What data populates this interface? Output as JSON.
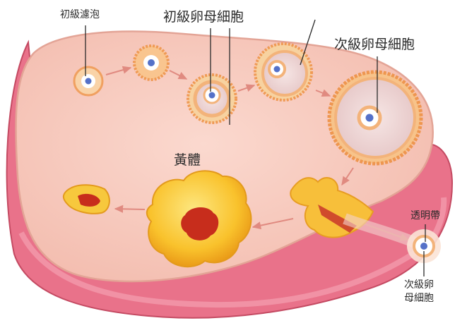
{
  "labels": {
    "primary_follicle": "初級濾泡",
    "primary_oocyte": "初級卵母細胞",
    "secondary_oocyte_top": "次級卵母細胞",
    "corpus_luteum": "黃體",
    "zona_pellucida": "透明帶",
    "secondary_oocyte_bottom_line1": "次級卵",
    "secondary_oocyte_bottom_line2": "母細胞"
  },
  "colors": {
    "ovary_fill": "#f6c9bd",
    "ovary_edge": "#e9a79a",
    "tissue_outer": "#e86f82",
    "follicle_ring": "#f5a86a",
    "antrum": "#eed5d3",
    "oocyte": "#ffffff",
    "nucleus": "#5571c8",
    "corpus_luteum": "#f8c530",
    "corpus_luteum_core": "#c72d1c",
    "arrow": "#e08a80"
  },
  "icons": [
    "flow-arrow-icon"
  ]
}
